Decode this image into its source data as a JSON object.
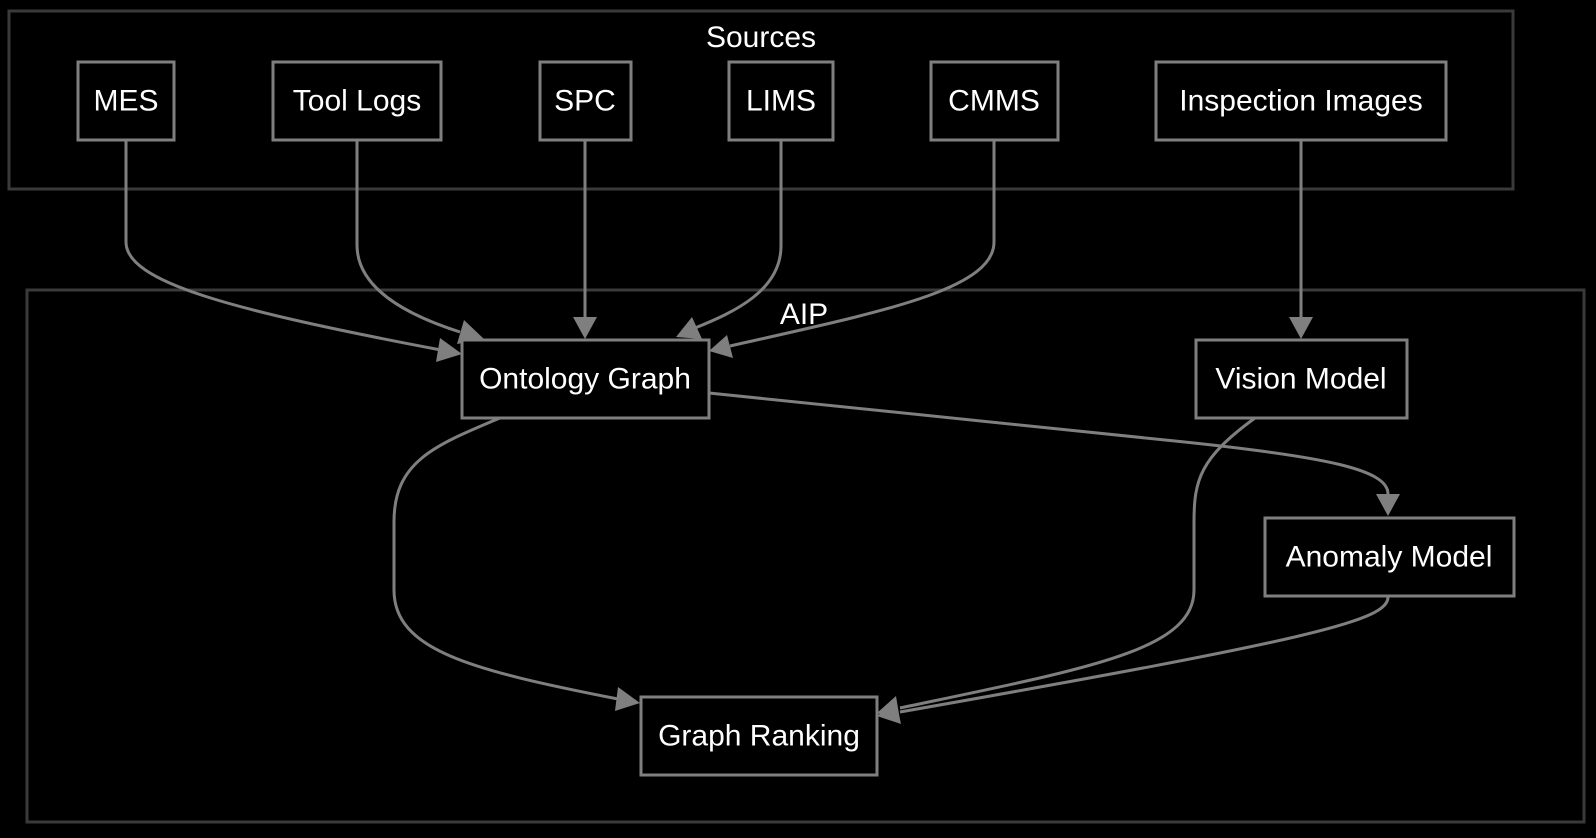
{
  "colors": {
    "background": "#000000",
    "cluster_border": "#3a3a3a",
    "node_border": "#7f7f7f",
    "edge": "#7f7f7f",
    "text": "#ffffff"
  },
  "clusters": {
    "sources": {
      "label": "Sources"
    },
    "aip": {
      "label": "AIP"
    }
  },
  "nodes": {
    "mes": {
      "label": "MES"
    },
    "tool_logs": {
      "label": "Tool Logs"
    },
    "spc": {
      "label": "SPC"
    },
    "lims": {
      "label": "LIMS"
    },
    "cmms": {
      "label": "CMMS"
    },
    "inspection_images": {
      "label": "Inspection Images"
    },
    "ontology_graph": {
      "label": "Ontology Graph"
    },
    "vision_model": {
      "label": "Vision Model"
    },
    "anomaly_model": {
      "label": "Anomaly Model"
    },
    "graph_ranking": {
      "label": "Graph Ranking"
    }
  },
  "edges": [
    {
      "from": "MES",
      "to": "Ontology Graph"
    },
    {
      "from": "Tool Logs",
      "to": "Ontology Graph"
    },
    {
      "from": "SPC",
      "to": "Ontology Graph"
    },
    {
      "from": "LIMS",
      "to": "Ontology Graph"
    },
    {
      "from": "CMMS",
      "to": "Ontology Graph"
    },
    {
      "from": "Inspection Images",
      "to": "Vision Model"
    },
    {
      "from": "Ontology Graph",
      "to": "Anomaly Model"
    },
    {
      "from": "Ontology Graph",
      "to": "Graph Ranking"
    },
    {
      "from": "Vision Model",
      "to": "Graph Ranking"
    },
    {
      "from": "Anomaly Model",
      "to": "Graph Ranking"
    }
  ]
}
